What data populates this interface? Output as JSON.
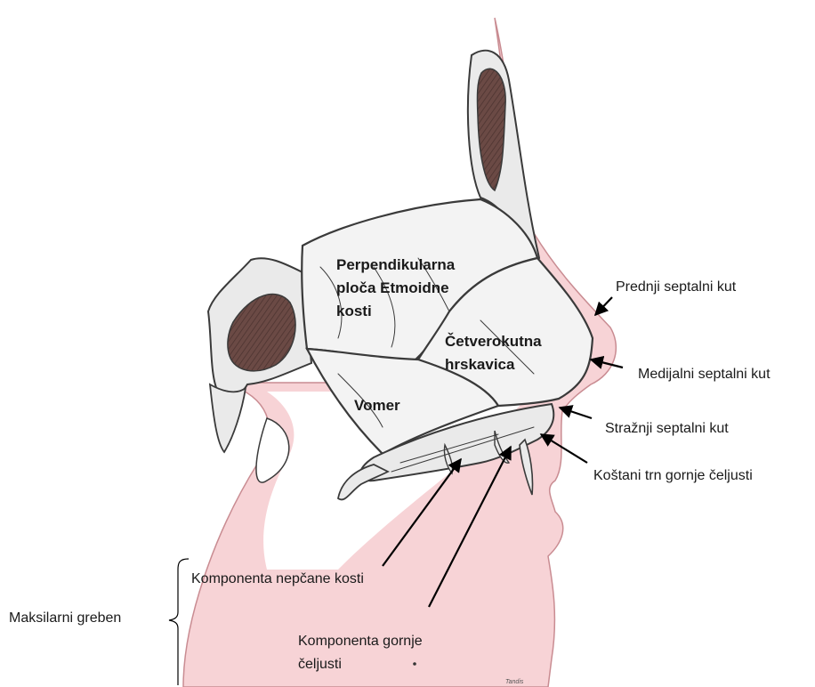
{
  "diagram": {
    "inner_labels": {
      "perpendicular_plate": [
        "Perpendikularna",
        "ploča  Etmoidne",
        "kosti"
      ],
      "quadrangular_cartilage": [
        "Četverokutna",
        "hrskavica"
      ],
      "vomer": "Vomer"
    },
    "callouts": {
      "anterior_septal_angle": "Prednji septalni kut",
      "medial_septal_angle": "Medijalni septalni kut",
      "posterior_septal_angle": "Stražnji septalni kut",
      "anterior_nasal_spine": "Koštani trn gornje čeljusti",
      "palatine_component": "Komponenta nepčane kosti",
      "maxillary_component": [
        "Komponenta gornje",
        "čeljusti"
      ],
      "maxillary_crest": "Maksilarni greben"
    },
    "signature": "Tandis",
    "colors": {
      "skin": "#f7d3d6",
      "skin_outline": "#c98c92",
      "bone": "#eaeaea",
      "cartilage": "#f3f3f3",
      "sinus": "#6b4a45",
      "ink": "#3a3a3a"
    }
  }
}
